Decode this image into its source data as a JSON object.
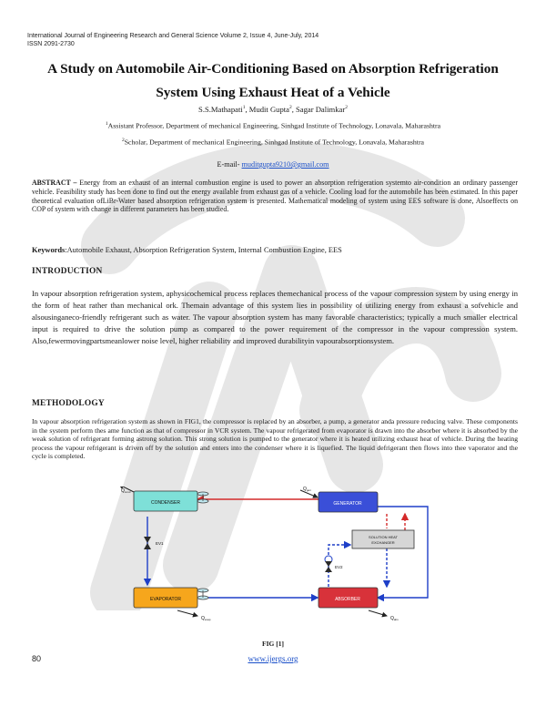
{
  "journal": {
    "line1": "International Journal of Engineering Research and General Science Volume 2, Issue 4,  June-July, 2014",
    "line2": "ISSN 2091-2730"
  },
  "title": {
    "line1": "A Study on Automobile Air-Conditioning Based on Absorption Refrigeration",
    "line2": "System Using Exhaust Heat of a Vehicle"
  },
  "authors": {
    "a1": "S.S.Mathapati",
    "a1_sup": "1",
    "a2": ", Mudit Gupta",
    "a2_sup": "2",
    "a3": ", Sagar Dalimkar",
    "a3_sup": "2"
  },
  "affiliations": [
    {
      "sup": "1",
      "text": "Assistant Professor, Department of mechanical Engineering, Sinhgad Institute of Technology, Lonavala, Maharashtra"
    },
    {
      "sup": "2",
      "text": "Scholar, Department of mechanical Engineering, Sinhgad Institute of Technology, Lonavala, Maharashtra"
    }
  ],
  "email": {
    "label": "E-mail- ",
    "address": "muditgupta9210@gmail.com"
  },
  "abstract": {
    "label": "ABSTRACT –",
    "text": " Energy from an exhaust of an internal combustion engine is used to power an absorption refrigeration systemto air-condition an ordinary passenger vehicle. Feasibility study has been done to find out the energy available from exhaust gas of a vehicle. Cooling load for the automobile has been estimated. In this paper theoretical evaluation ofLiBr-Water based absorption refrigeration system is presented. Mathematical modeling of system using EES software is done, Alsoeffects on COP of system with change in different parameters has been studied."
  },
  "keywords": {
    "label": "Keywords",
    "text": ":Automobile Exhaust, Absorption Refrigeration System, Internal Combustion Engine, EES"
  },
  "introduction": {
    "heading": "INTRODUCTION",
    "text": "In vapour absorption refrigeration system, aphysicochemical process replaces themechanical process of the vapour compression system by using energy in the form of heat rather  than mechanical ork. Themain advantage of this system lies in possibility of utilizing energy from exhaust a sofvehicle and alsousinganeco-friendly refrigerant such as water. The vapour absorption system has many favorable characteristics; typically a much smaller electrical input is required to drive the solution pump as compared to the power requirement of the compressor in the vapour compression system. Also,fewermovingpartsmeanlower noise level, higher reliability and improved durabilityin vapourabsorptionsystem."
  },
  "methodology": {
    "heading": "METHODOLOGY",
    "text": "In vapour absorption refrigeration system as shown in FIG1, the compressor  is replaced  by an absorber, a pump, a generator anda pressure reducing valve. These components in the system perform thes ame function as that of compressor in VCR system. The vapour refrigerated from evaporator is drawn into the absorber where it is absorbed by the weak solution of refrigerant forming astrong solution. This strong solution is pumped to the generator where it is heated utilizing exhaust heat of vehicle. During the heating process the vapour refrigerant is driven off by the solution and enters into the condenser where it is liquefied. The liquid defrigerant then flows into thee vaporator and the cycle is completed."
  },
  "figure": {
    "caption": "FIG [1]",
    "condenser": "CONDENSER",
    "evaporator": "EVAPORATOR",
    "generator": "GENERATOR",
    "absorber": "ABSORBER",
    "hx_line1": "SOLUTION HEAT",
    "hx_line2": "EXCHANGER",
    "ev1": "EV1",
    "ev2": "EV2",
    "q_cond": "Q",
    "q_cond_sub": "cond",
    "q_gen": "Q",
    "q_gen_sub": "gen",
    "q_evap": "Q",
    "q_evap_sub": "evap",
    "q_abs": "Q",
    "q_abs_sub": "abs",
    "colors": {
      "condenser": "#7ee0d8",
      "evaporator": "#f6a61c",
      "generator": "#3a4fd8",
      "absorber": "#d8323a",
      "pipe_red": "#d42a2a",
      "pipe_blue": "#1e3fc8"
    }
  },
  "footer": {
    "page": "80",
    "website": "www.ijergs.org"
  },
  "watermark": {
    "color": "#4a4a4a"
  }
}
